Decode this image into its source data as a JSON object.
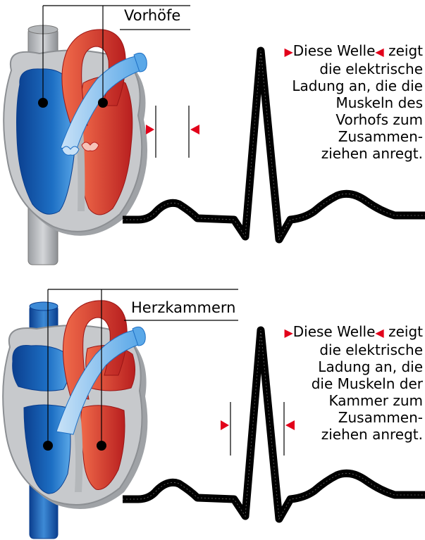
{
  "colors": {
    "blood_blue": "#1d6fc4",
    "blood_red": "#d8322a",
    "tissue_gray": "#c7c9cc",
    "marker_red": "#e2001a",
    "ink": "#000000"
  },
  "icons": {
    "arrow_right": "▶",
    "arrow_left": "◀"
  },
  "atria_panel": {
    "label": "Vorhöfe",
    "text_pre": "Diese Welle",
    "text_post": "zeigt",
    "lines": [
      "die elektrische",
      "Ladung an, die die",
      "Muskeln des",
      "Vorhofs zum",
      "Zusammen-",
      "ziehen anregt."
    ]
  },
  "ventricles_panel": {
    "label": "Herzkammern",
    "text_pre": "Diese Welle",
    "text_post": "zeigt",
    "lines": [
      "die elektrische",
      "Ladung an, die",
      "die Muskeln der",
      "Kammer zum",
      "Zusammen-",
      "ziehen anregt."
    ]
  }
}
